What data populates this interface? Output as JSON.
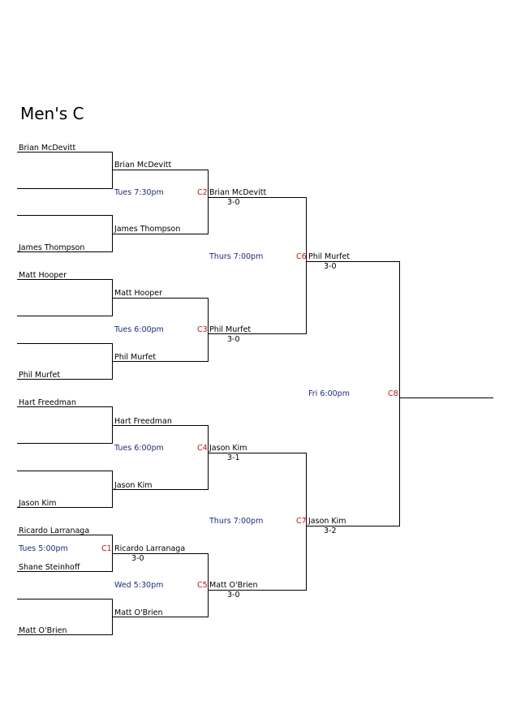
{
  "title": "Men's C",
  "colors": {
    "line": "#000000",
    "time": "#1f2a80",
    "code": "#c0150f"
  },
  "round1": [
    "Brian McDevitt",
    "James Thompson",
    "Matt Hooper",
    "Phil Murfet",
    "Hart Freedman",
    "Jason Kim",
    "Ricardo Larranaga",
    "Shane Steinhoff",
    "Matt O'Brien"
  ],
  "round2": [
    {
      "name": "Brian McDevitt"
    },
    {
      "name": "James Thompson"
    },
    {
      "name": "Matt Hooper"
    },
    {
      "name": "Phil Murfet"
    },
    {
      "name": "Hart Freedman"
    },
    {
      "name": "Jason Kim"
    },
    {
      "name": "Ricardo Larranaga",
      "score": "3-0"
    },
    {
      "name": "Matt O'Brien"
    }
  ],
  "round3": [
    {
      "name": "Brian McDevitt",
      "score": "3-0"
    },
    {
      "name": "Phil Murfet",
      "score": "3-0"
    },
    {
      "name": "Jason Kim",
      "score": "3-1"
    },
    {
      "name": "Matt O'Brien",
      "score": "3-0"
    }
  ],
  "round4": [
    {
      "name": "Phil Murfet",
      "score": "3-0"
    },
    {
      "name": "Jason Kim",
      "score": "3-2"
    }
  ],
  "games": {
    "c1": {
      "code": "C1",
      "time": "Tues 5:00pm"
    },
    "c2": {
      "code": "C2",
      "time": "Tues 7:30pm"
    },
    "c3": {
      "code": "C3",
      "time": "Tues 6:00pm"
    },
    "c4": {
      "code": "C4",
      "time": "Tues 6:00pm"
    },
    "c5": {
      "code": "C5",
      "time": "Wed 5:30pm"
    },
    "c6": {
      "code": "C6",
      "time": "Thurs 7:00pm"
    },
    "c7": {
      "code": "C7",
      "time": "Thurs 7:00pm"
    },
    "c8": {
      "code": "C8",
      "time": "Fri 6:00pm"
    }
  }
}
